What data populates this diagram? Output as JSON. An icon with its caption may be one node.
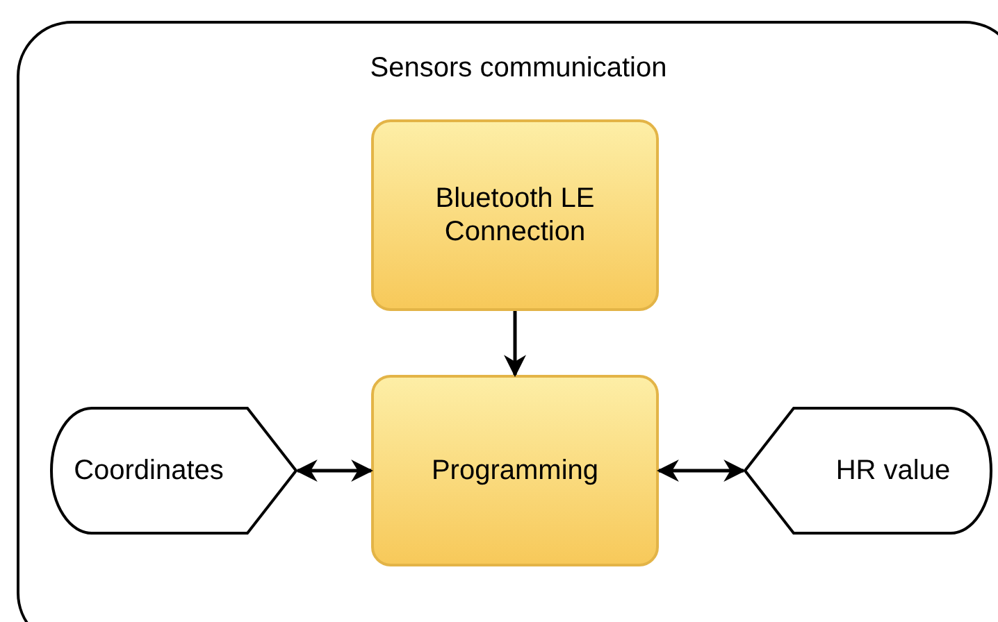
{
  "diagram": {
    "nodes": [
      {
        "text": [
          "Sensors communication"
        ]
      },
      {
        "text": [
          "Bluetooth LE Connection"
        ],
        "in": 0
      },
      {
        "text": [
          "Programming"
        ],
        "in": 0
      },
      {
        "text": [
          "Coordinates"
        ],
        "in": 0
      },
      {
        "text": [
          "HR value"
        ],
        "in": 0
      }
    ],
    "edges": [
      {
        "from": 1,
        "to": 2,
        "arrow": "to"
      },
      {
        "from": 3,
        "to": 2,
        "arrow": "both"
      },
      {
        "from": 2,
        "to": 4,
        "arrow": "both"
      }
    ]
  }
}
